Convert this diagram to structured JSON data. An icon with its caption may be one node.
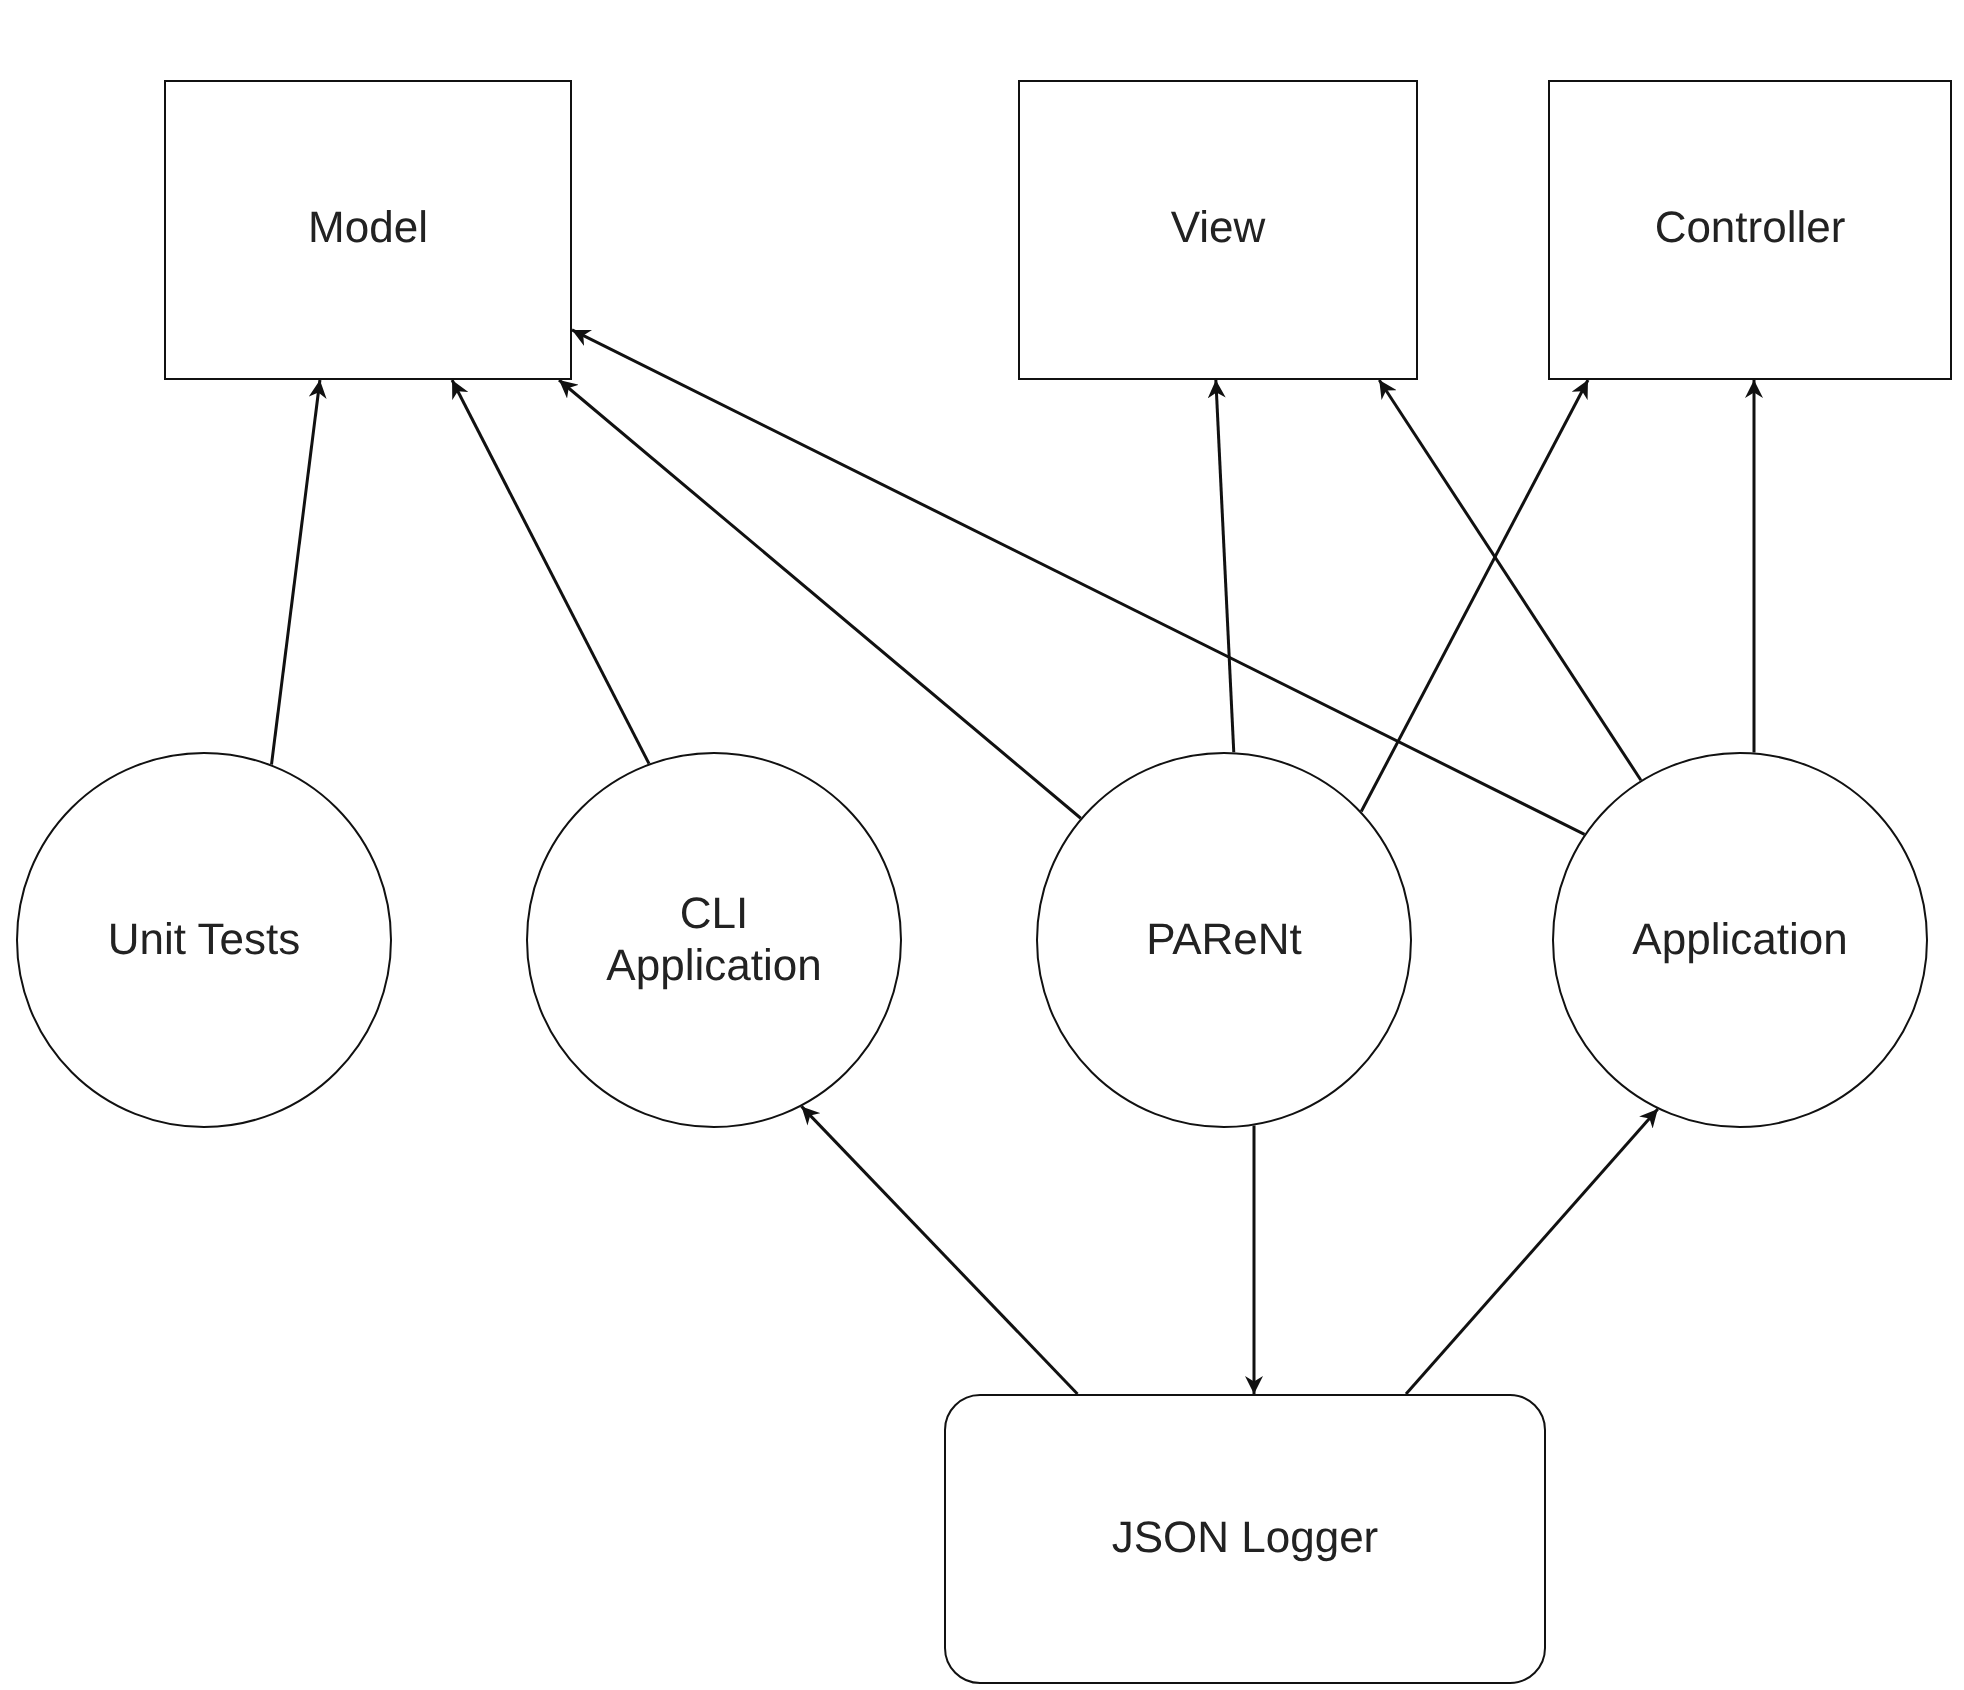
{
  "diagram": {
    "nodes": [
      {
        "text": [
          "Model"
        ]
      },
      {
        "text": [
          "View"
        ]
      },
      {
        "text": [
          "Controller"
        ]
      },
      {
        "text": [
          "Unit Tests"
        ]
      },
      {
        "text": [
          "CLI Application"
        ]
      },
      {
        "text": [
          "PAReNt"
        ]
      },
      {
        "text": [
          "Application"
        ]
      },
      {
        "text": [
          "JSON Logger"
        ]
      }
    ],
    "edges": [
      {
        "from": 3,
        "to": 0,
        "arrow": "to"
      },
      {
        "from": 4,
        "to": 0,
        "arrow": "to"
      },
      {
        "from": 5,
        "to": 0,
        "arrow": "to"
      },
      {
        "from": 6,
        "to": 0,
        "arrow": "to"
      },
      {
        "from": 5,
        "to": 1,
        "arrow": "to"
      },
      {
        "from": 5,
        "to": 2,
        "arrow": "to"
      },
      {
        "from": 6,
        "to": 1,
        "arrow": "to"
      },
      {
        "from": 6,
        "to": 2,
        "arrow": "to"
      },
      {
        "from": 7,
        "to": 4,
        "arrow": "to"
      },
      {
        "from": 5,
        "to": 7,
        "arrow": "to"
      },
      {
        "from": 7,
        "to": 6,
        "arrow": "to"
      }
    ]
  }
}
